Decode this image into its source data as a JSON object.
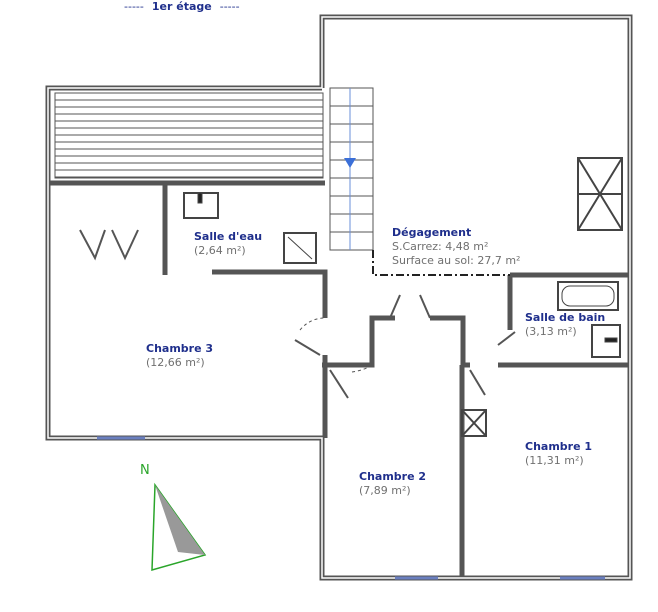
{
  "title": {
    "dashes": "-----",
    "label": "1er étage"
  },
  "rooms": [
    {
      "name": "Salle d'eau",
      "area": "(2,64 m²)"
    },
    {
      "name": "Dégagement",
      "carrez": "S.Carrez: 4,48 m²",
      "sol": "Surface au sol: 27,7 m²"
    },
    {
      "name": "Salle de bain",
      "area": "(3,13 m²)"
    },
    {
      "name": "Chambre 3",
      "area": "(12,66 m²)"
    },
    {
      "name": "Chambre 2",
      "area": "(7,89 m²)"
    },
    {
      "name": "Chambre 1",
      "area": "(11,31 m²)"
    }
  ],
  "compass": {
    "label": "N"
  },
  "colors": {
    "wall": "#555555",
    "label": "#1f2f8c",
    "stair_arrow": "#3a6fd8",
    "compass": "#2aa52a"
  }
}
